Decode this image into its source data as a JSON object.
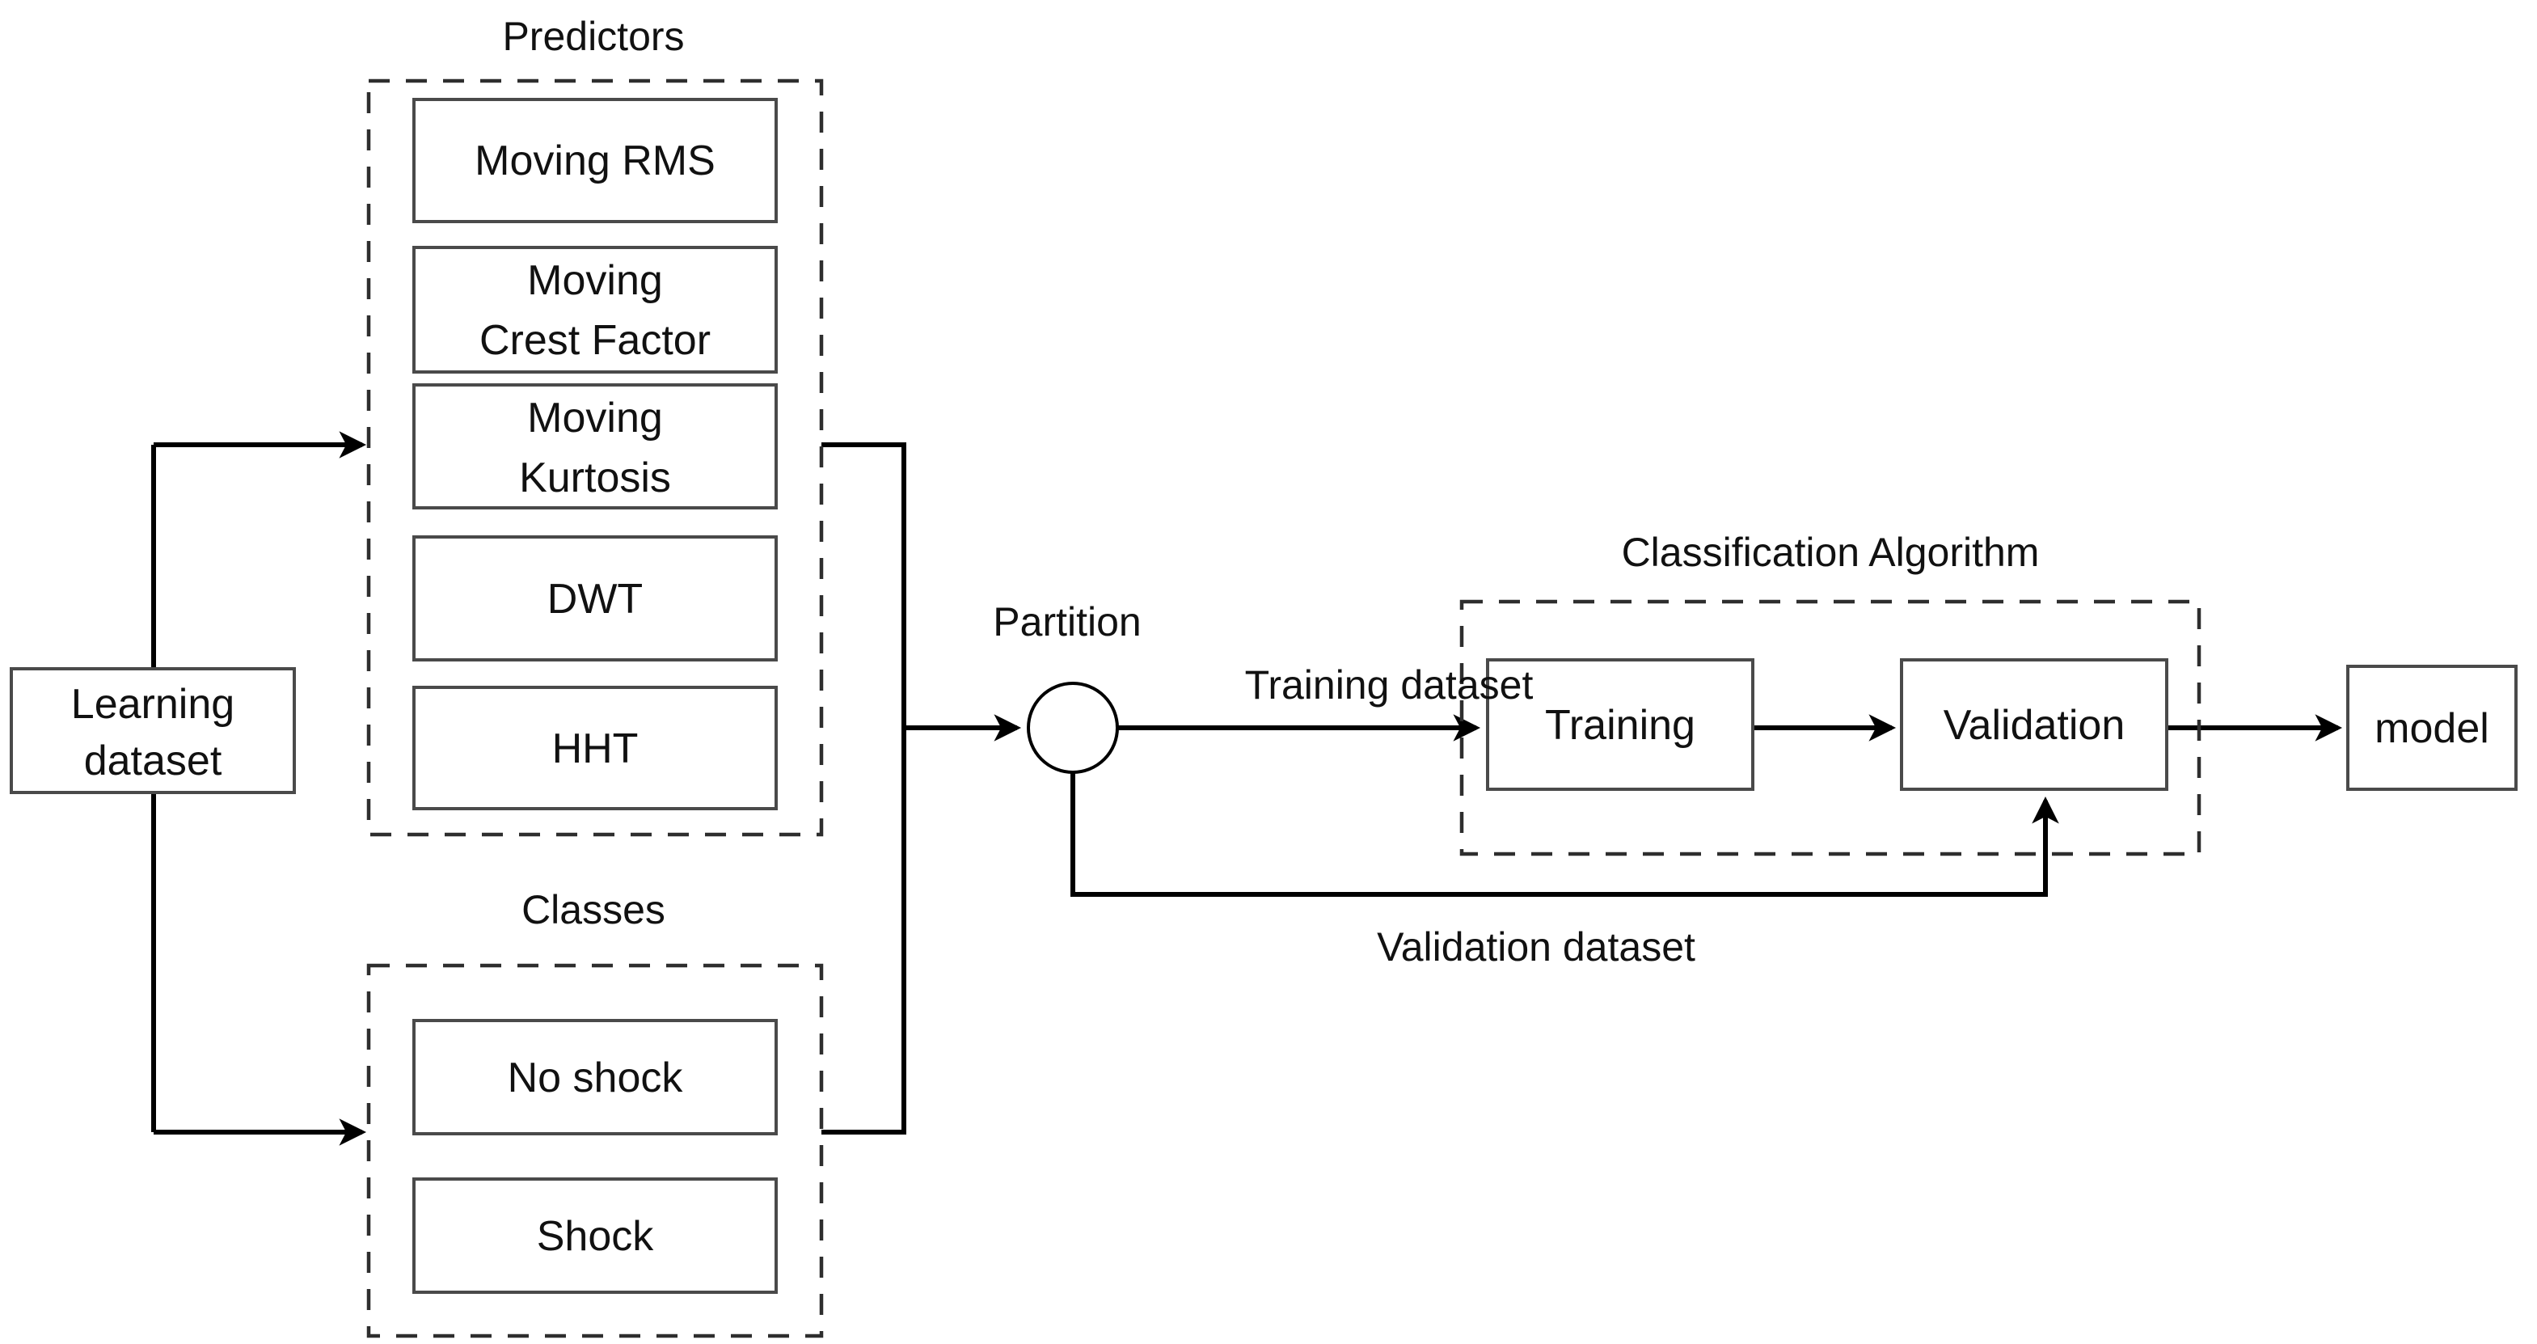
{
  "colors": {
    "line": "#000000",
    "box_border": "#4a4a4a",
    "dashed_border": "#2e2e2e",
    "text": "#111111",
    "background": "#ffffff"
  },
  "groups": {
    "predictors": {
      "title": "Predictors"
    },
    "classes": {
      "title": "Classes"
    },
    "classification": {
      "title": "Classification Algorithm"
    }
  },
  "nodes": {
    "learning_dataset": {
      "lines": [
        "Learning",
        "dataset"
      ]
    },
    "moving_rms": {
      "lines": [
        "Moving RMS"
      ]
    },
    "moving_crest_factor": {
      "lines": [
        "Moving",
        "Crest Factor"
      ]
    },
    "moving_kurtosis": {
      "lines": [
        "Moving",
        "Kurtosis"
      ]
    },
    "dwt": {
      "lines": [
        "DWT"
      ]
    },
    "hht": {
      "lines": [
        "HHT"
      ]
    },
    "no_shock": {
      "lines": [
        "No shock"
      ]
    },
    "shock": {
      "lines": [
        "Shock"
      ]
    },
    "training": {
      "lines": [
        "Training"
      ]
    },
    "validation": {
      "lines": [
        "Validation"
      ]
    },
    "model": {
      "lines": [
        "model"
      ]
    }
  },
  "edge_labels": {
    "partition": "Partition",
    "training_dataset": "Training dataset",
    "validation_dataset": "Validation dataset"
  }
}
